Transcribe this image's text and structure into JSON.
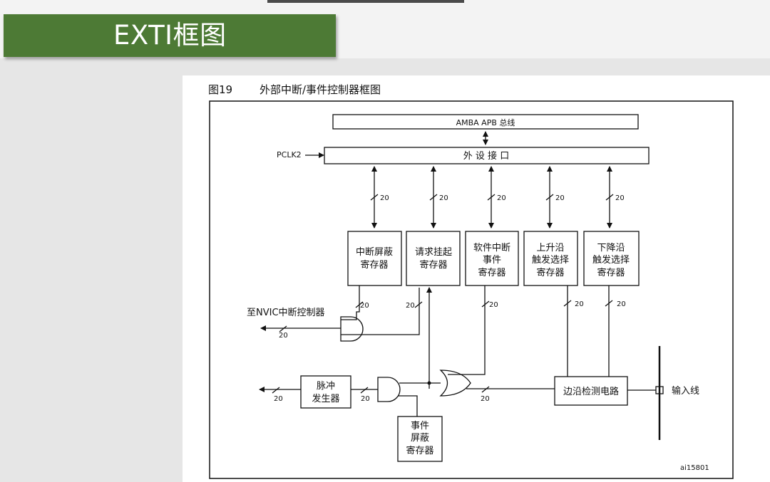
{
  "slide": {
    "title": "EXTI框图"
  },
  "figure": {
    "label": "图19",
    "caption": "外部中断/事件控制器框图",
    "figure_id": "ai15801",
    "bus_label": "AMBA APB 总线",
    "clock_label": "PCLK2",
    "peripheral_interface": "外 设 接 口",
    "bus_width": "20",
    "registers": [
      {
        "lines": [
          "中断屏蔽",
          "寄存器"
        ]
      },
      {
        "lines": [
          "请求挂起",
          "寄存器"
        ]
      },
      {
        "lines": [
          "软件中断",
          "事件",
          "寄存器"
        ]
      },
      {
        "lines": [
          "上升沿",
          "触发选择",
          "寄存器"
        ]
      },
      {
        "lines": [
          "下降沿",
          "触发选择",
          "寄存器"
        ]
      }
    ],
    "nvic_output": "至NVIC中断控制器",
    "pulse_generator": [
      "脉冲",
      "发生器"
    ],
    "event_mask_register": [
      "事件",
      "屏蔽",
      "寄存器"
    ],
    "edge_detect_circuit": "边沿检测电路",
    "input_line": "输入线"
  }
}
